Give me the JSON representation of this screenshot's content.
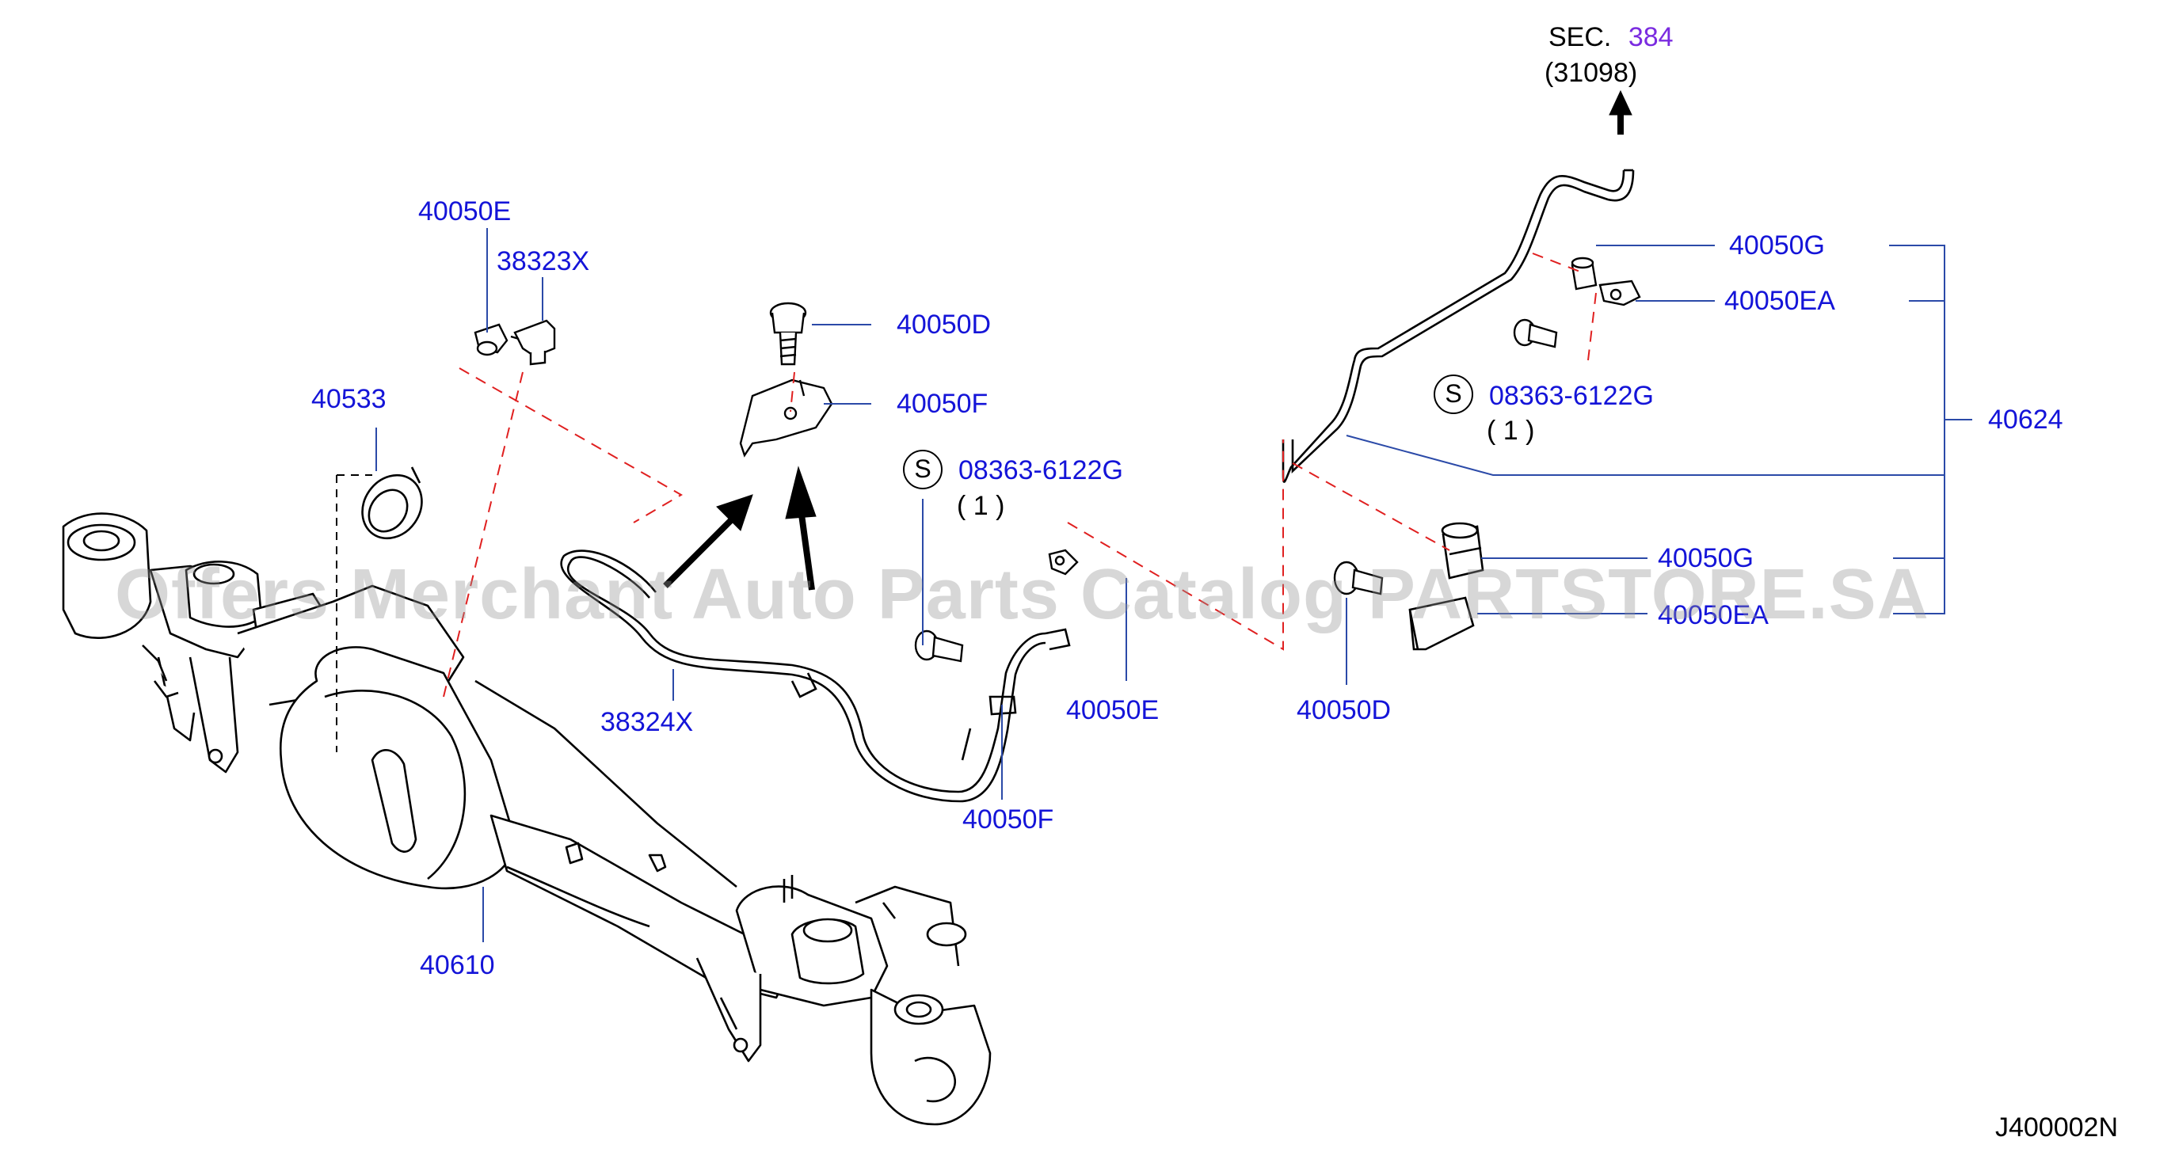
{
  "section": {
    "prefix": "SEC.",
    "number": "384",
    "ref": "(31098)"
  },
  "labels": {
    "p40050E_top": "40050E",
    "p38323X": "38323X",
    "p40533": "40533",
    "p40050D_top": "40050D",
    "p40050F_top": "40050F",
    "p08363_mid": "08363-6122G",
    "qty_mid": "( 1 )",
    "p38324X": "38324X",
    "p40050E_mid": "40050E",
    "p40050F_low": "40050F",
    "p40610": "40610",
    "p40050G_top": "40050G",
    "p40050EA_top": "40050EA",
    "p08363_right": "08363-6122G",
    "qty_right": "( 1 )",
    "p40624": "40624",
    "p40050G_low": "40050G",
    "p40050EA_low": "40050EA",
    "p40050D_low": "40050D"
  },
  "s_symbol": "S",
  "watermark": "Offers Merchant Auto Parts Catalog PARTSTORE.SA",
  "diagram_code": "J400002N",
  "colors": {
    "label": "#1414d8",
    "section_link": "#7a2be0",
    "leader": "#2b4aa8",
    "dashed": "#e02020",
    "line": "#000000"
  }
}
